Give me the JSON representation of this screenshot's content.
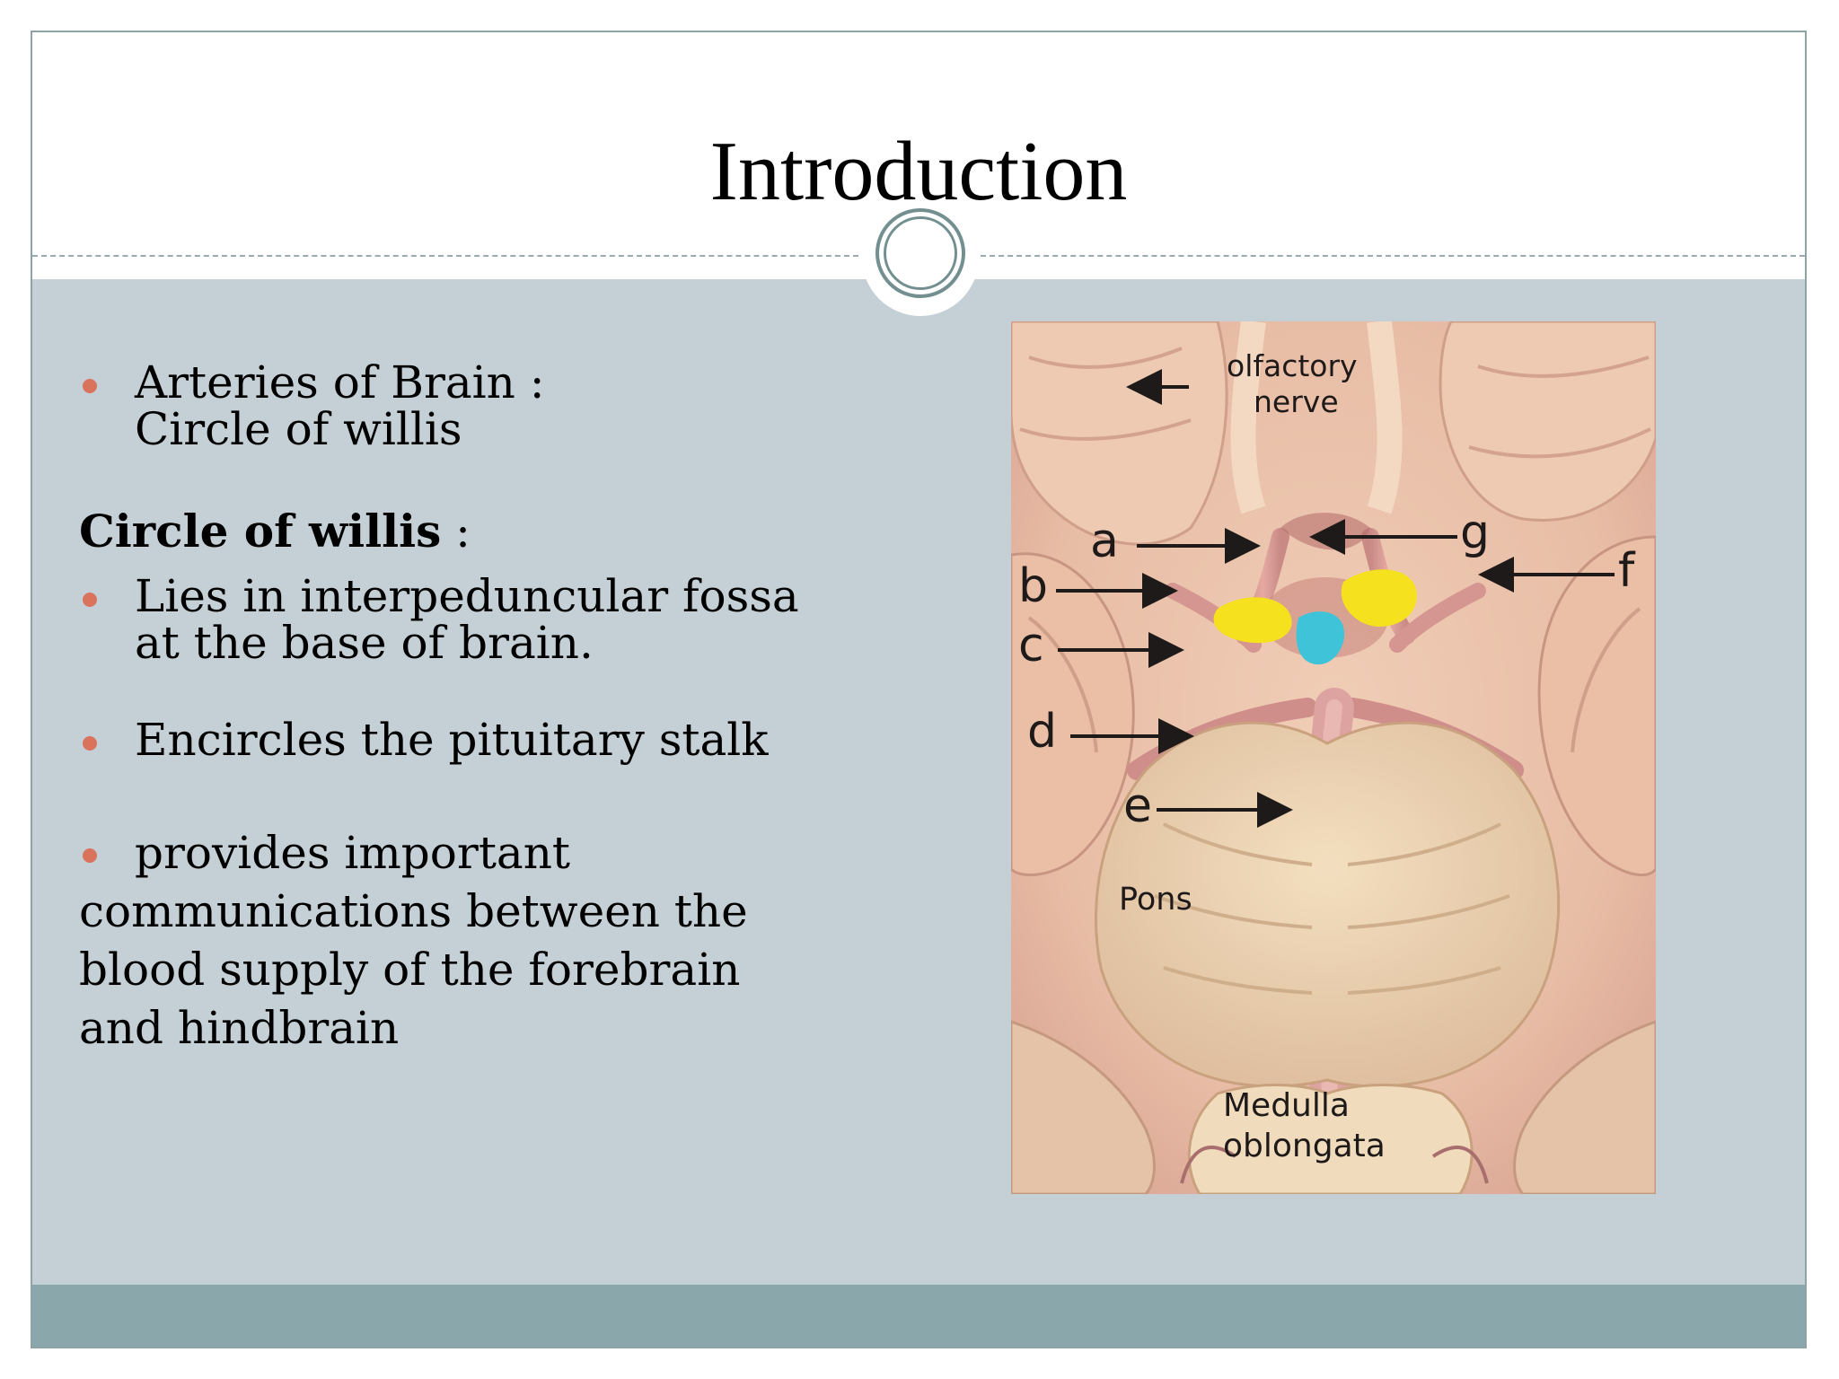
{
  "slide": {
    "title": "Introduction",
    "bullets_top": [
      {
        "lines": [
          "Arteries of Brain :",
          "Circle of willis"
        ]
      }
    ],
    "heading": {
      "bold": "Circle of willis",
      "rest": " :"
    },
    "bullets_main": [
      {
        "lines": [
          "Lies in interpeduncular fossa",
          "at the base of brain."
        ]
      },
      {
        "lines": [
          "Encircles  the pituitary stalk"
        ]
      }
    ],
    "last_bullet": {
      "first": "provides important",
      "continuation": [
        "communications between the",
        "blood supply of the forebrain",
        "and hindbrain"
      ]
    }
  },
  "figure": {
    "labels": {
      "olfactory": "olfactory",
      "nerve": "nerve",
      "a": "a",
      "b": "b",
      "c": "c",
      "d": "d",
      "e": "e",
      "f": "f",
      "g": "g",
      "pons": "Pons",
      "medulla": "Medulla",
      "oblongata": "oblongata"
    }
  },
  "colors": {
    "content_bg": "#c4d0d5",
    "footer": "#8aa8ab",
    "bullet": "#d9735c",
    "ring": "#738f8f",
    "highlight_yellow": "#f5e11e",
    "highlight_cyan": "#3fc3d9"
  }
}
